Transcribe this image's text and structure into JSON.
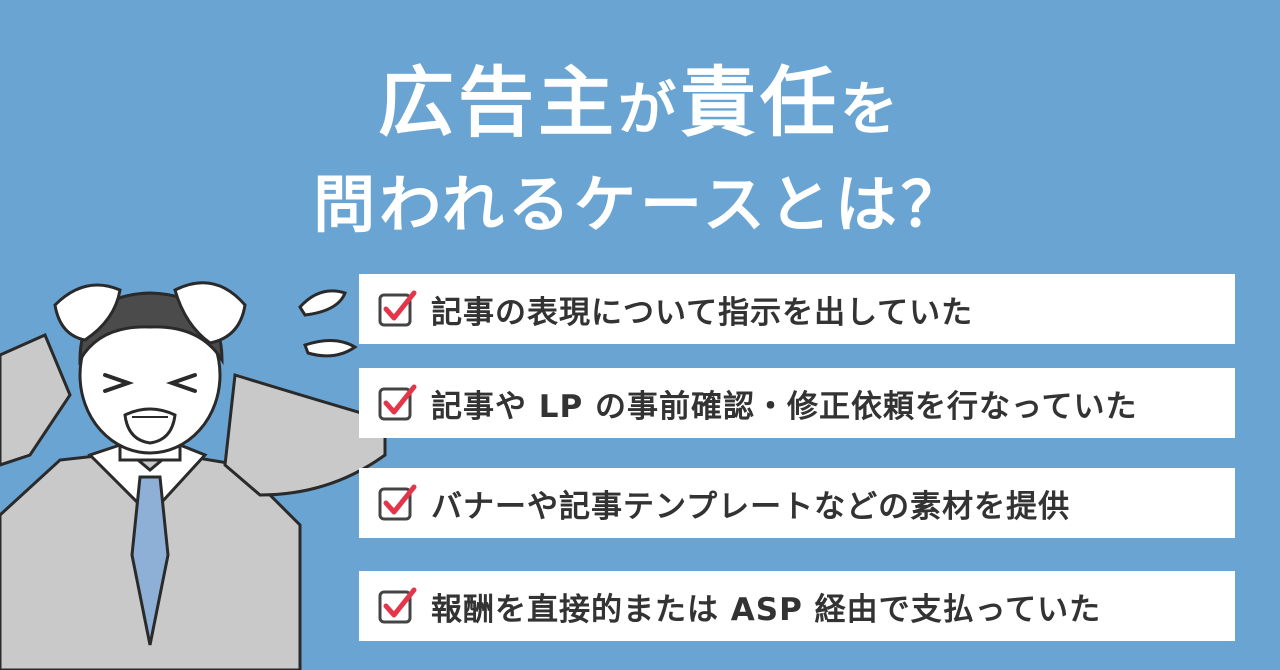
{
  "headline": {
    "line1": [
      {
        "text": "広告主",
        "size": "big"
      },
      {
        "text": "が",
        "size": "small"
      },
      {
        "text": "責任",
        "size": "big"
      },
      {
        "text": "を",
        "size": "small"
      }
    ],
    "line2": "問われるケースとは？"
  },
  "checklist": [
    "記事の表現について指示を出していた",
    "記事や LP の事前確認・修正依頼を行なっていた",
    "バナーや記事テンプレートなどの素材を提供",
    "報酬を直接的または ASP 経由で支払っていた"
  ],
  "colors": {
    "background": "#6aa4d3",
    "card": "#ffffff",
    "check_mark": "#e5354b",
    "text": "#333333"
  },
  "icons": [
    "checkbox-icon",
    "stressed-man-illustration",
    "sweat-drop-icon"
  ]
}
